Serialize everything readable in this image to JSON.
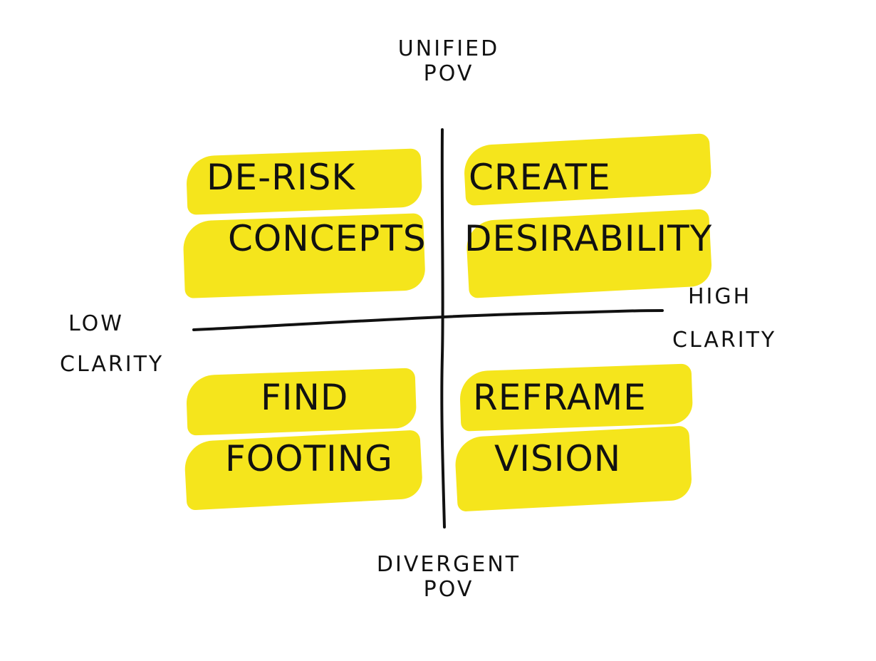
{
  "axes": {
    "top": [
      "Unified",
      "PoV"
    ],
    "bottom": [
      "Divergent",
      "PoV"
    ],
    "left": [
      "Low",
      "Clarity"
    ],
    "right": [
      "High",
      "Clarity"
    ]
  },
  "quadrants": {
    "top_left": [
      "De-Risk",
      "Concepts"
    ],
    "top_right": [
      "Create",
      "Desirability"
    ],
    "bottom_left": [
      "Find",
      "Footing"
    ],
    "bottom_right": [
      "Reframe",
      "Vision"
    ]
  },
  "colors": {
    "highlight": "#f5e51c",
    "ink": "#111111",
    "background": "#ffffff"
  }
}
